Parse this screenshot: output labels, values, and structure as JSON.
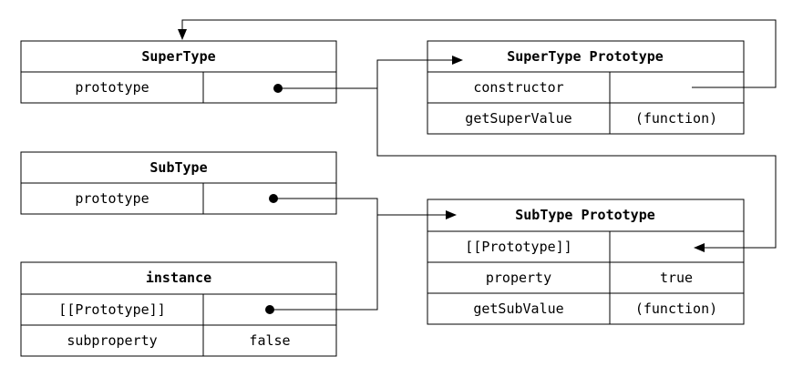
{
  "colors": {
    "line": "#000000",
    "background": "#ffffff"
  },
  "boxes": {
    "supertype": {
      "title": "SuperType",
      "rows": [
        {
          "key": "prototype",
          "value": ""
        }
      ]
    },
    "supertype_proto": {
      "title": "SuperType Prototype",
      "rows": [
        {
          "key": "constructor",
          "value": ""
        },
        {
          "key": "getSuperValue",
          "value": "(function)"
        }
      ]
    },
    "subtype": {
      "title": "SubType",
      "rows": [
        {
          "key": "prototype",
          "value": ""
        }
      ]
    },
    "subtype_proto": {
      "title": "SubType Prototype",
      "rows": [
        {
          "key": "[[Prototype]]",
          "value": ""
        },
        {
          "key": "property",
          "value": "true"
        },
        {
          "key": "getSubValue",
          "value": "(function)"
        }
      ]
    },
    "instance": {
      "title": "instance",
      "rows": [
        {
          "key": "[[Prototype]]",
          "value": ""
        },
        {
          "key": "subproperty",
          "value": "false"
        }
      ]
    }
  }
}
